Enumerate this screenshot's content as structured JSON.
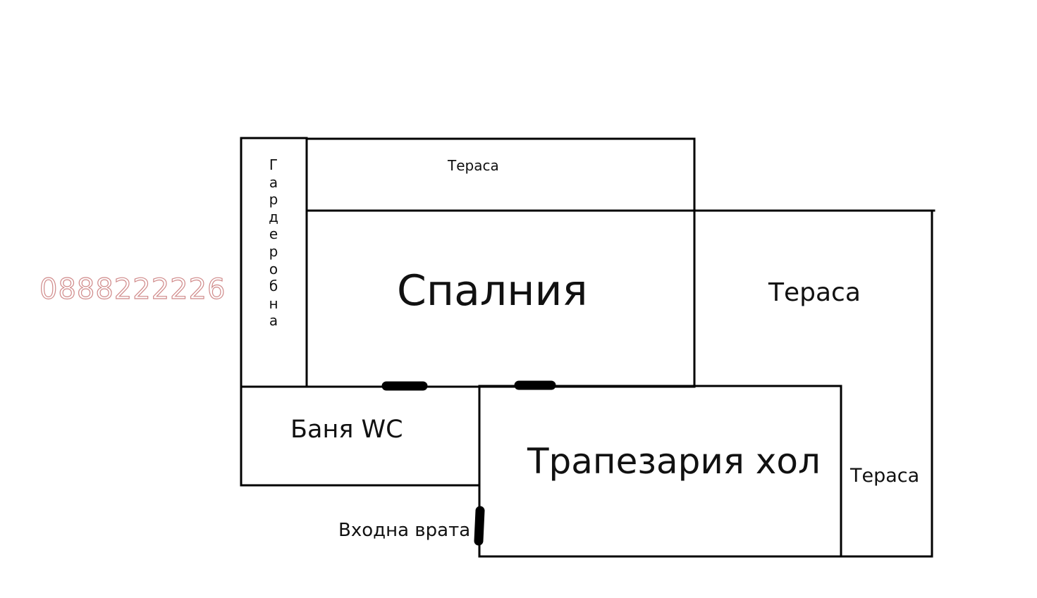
{
  "diagram": {
    "type": "floor-plan",
    "rooms": {
      "terrace_top": "Тераса",
      "wardrobe": "Гардеробна",
      "bedroom": "Спалния",
      "terrace_right": "Тераса",
      "bathroom": "Баня WC",
      "dining_living": "Трапезария хол",
      "terrace_side": "Тераса",
      "entrance": "Входна врата"
    },
    "wardrobe_letters": [
      "Г",
      "а",
      "р",
      "д",
      "е",
      "р",
      "о",
      "б",
      "н",
      "а"
    ],
    "watermark_phone": "0888222226",
    "colors": {
      "wall": "#000000",
      "background": "#ffffff",
      "watermark": "#d08a8a"
    }
  }
}
